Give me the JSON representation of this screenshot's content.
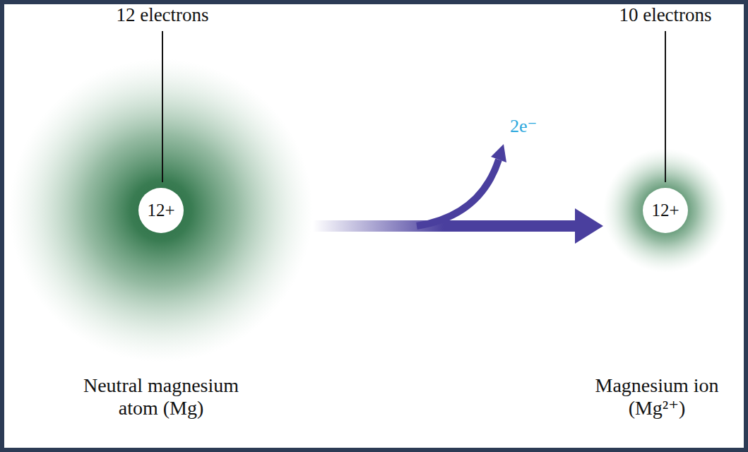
{
  "diagram": {
    "nodes": [
      {
        "text": [
          "Neutral magnesium atom (Mg)"
        ]
      },
      {
        "text": [
          "12+"
        ],
        "in": 0
      },
      {
        "text": [
          "Magnesium ion (Mg²⁺)"
        ]
      },
      {
        "text": [
          "12+"
        ],
        "in": 2
      }
    ],
    "edges": [
      {
        "from": 0,
        "to": 2,
        "arrow": "to"
      }
    ],
    "labels": [
      "12 electrons",
      "2e⁻",
      "10 electrons"
    ]
  }
}
